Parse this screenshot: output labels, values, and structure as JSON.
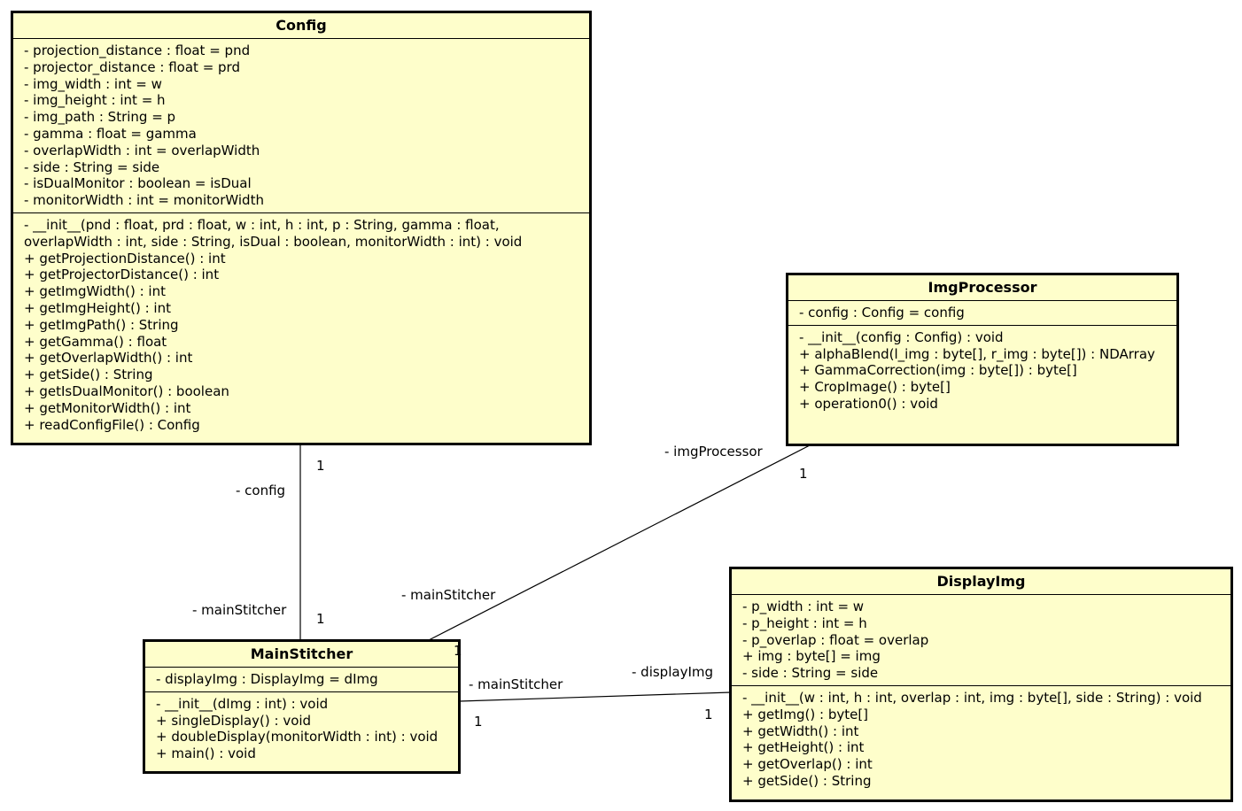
{
  "classes": {
    "config": {
      "name": "Config",
      "attributes": [
        "- projection_distance : float = pnd",
        "- projector_distance : float = prd",
        "- img_width : int = w",
        "- img_height : int = h",
        "- img_path : String = p",
        "- gamma : float = gamma",
        "- overlapWidth : int = overlapWidth",
        "- side : String = side",
        "- isDualMonitor : boolean = isDual",
        "- monitorWidth : int = monitorWidth"
      ],
      "operations": [
        "- __init__(pnd : float, prd : float, w : int, h : int, p : String, gamma : float,",
        "overlapWidth : int, side : String, isDual : boolean, monitorWidth : int) : void",
        "+ getProjectionDistance() : int",
        "+ getProjectorDistance() : int",
        "+ getImgWidth() : int",
        "+ getImgHeight() : int",
        "+ getImgPath() : String",
        "+ getGamma() : float",
        "+ getOverlapWidth() : int",
        "+ getSide() : String",
        "+ getIsDualMonitor() : boolean",
        "+ getMonitorWidth() : int",
        "+ readConfigFile() : Config"
      ]
    },
    "imgprocessor": {
      "name": "ImgProcessor",
      "attributes": [
        "- config : Config = config"
      ],
      "operations": [
        "- __init__(config : Config) : void",
        "+ alphaBlend(l_img : byte[], r_img : byte[]) : NDArray",
        "+ GammaCorrection(img : byte[]) : byte[]",
        "+ CropImage() : byte[]",
        "+ operation0() : void"
      ]
    },
    "mainstitcher": {
      "name": "MainStitcher",
      "attributes": [
        "- displayImg : DisplayImg = dImg"
      ],
      "operations": [
        "- __init__(dImg : int) : void",
        "+ singleDisplay() : void",
        "+ doubleDisplay(monitorWidth : int) : void",
        "+ main() : void"
      ]
    },
    "displayimg": {
      "name": "DisplayImg",
      "attributes": [
        "- p_width : int = w",
        "- p_height : int = h",
        "- p_overlap : float = overlap",
        "+ img : byte[] = img",
        "- side : String = side"
      ],
      "operations": [
        "- __init__(w : int, h : int, overlap : int, img : byte[], side : String) : void",
        "+ getImg() : byte[]",
        "+ getWidth() : int",
        "+ getHeight() : int",
        "+ getOverlap() : int",
        "+ getSide() : String"
      ]
    }
  },
  "associations": {
    "config_main": {
      "role_top": "- config",
      "mult_top": "1",
      "role_bottom": "- mainStitcher",
      "mult_bottom": "1"
    },
    "imgproc_main": {
      "role_top": "- imgProcessor",
      "mult_top": "1",
      "role_bottom": "- mainStitcher",
      "mult_bottom": "1"
    },
    "main_display": {
      "role_left": "- mainStitcher",
      "mult_left": "1",
      "role_right": "- displayImg",
      "mult_right": "1"
    }
  }
}
